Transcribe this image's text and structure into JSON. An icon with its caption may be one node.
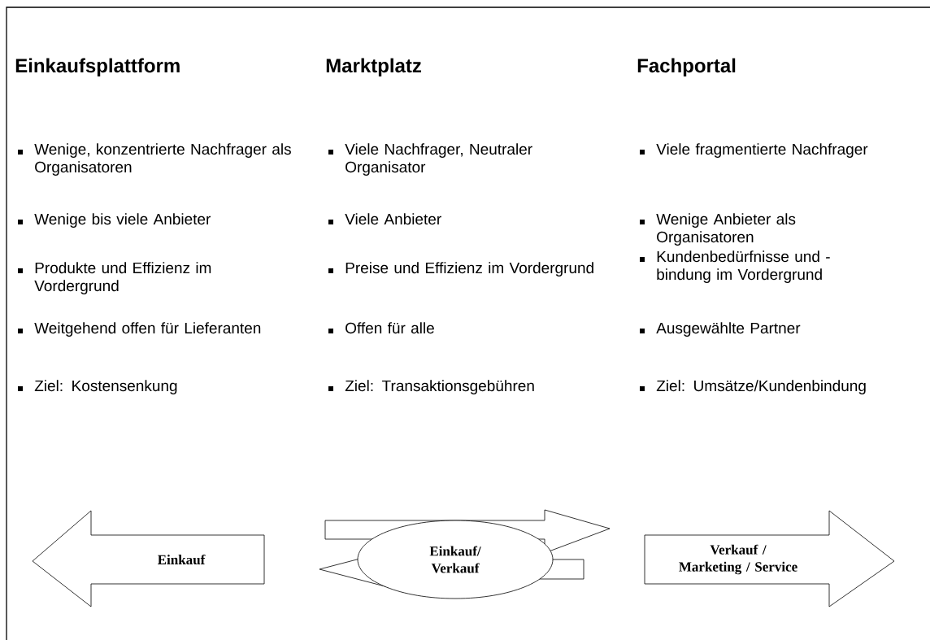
{
  "diagram": {
    "nodes": [
      {
        "text": [
          "Einkauf"
        ]
      },
      {
        "text": [
          "Einkauf/ Verkauf"
        ]
      },
      {
        "text": [
          "Verkauf / Marketing / Service"
        ]
      }
    ],
    "labels": [
      "Einkaufsplattform",
      "Wenige, konzentrierte Nachfrager als Organisatoren",
      "Wenige bis viele Anbieter",
      "Produkte und Effizienz im Vordergrund",
      "Weitgehend offen für Lieferanten",
      "Ziel: Kostensenkung",
      "Marktplatz",
      "Viele Nachfrager, Neutraler Organisator",
      "Viele Anbieter",
      "Preise und Effizienz im Vordergrund",
      "Offen für alle",
      "Ziel: Transaktionsgebühren",
      "Fachportal",
      "Viele fragmentierte Nachfrager",
      "Wenige Anbieter als Organisatoren",
      "Kundenbedürfnisse und -bindung im Vordergrund",
      "Ausgewählte Partner",
      "Ziel: Umsätze/Kundenbindung"
    ]
  }
}
